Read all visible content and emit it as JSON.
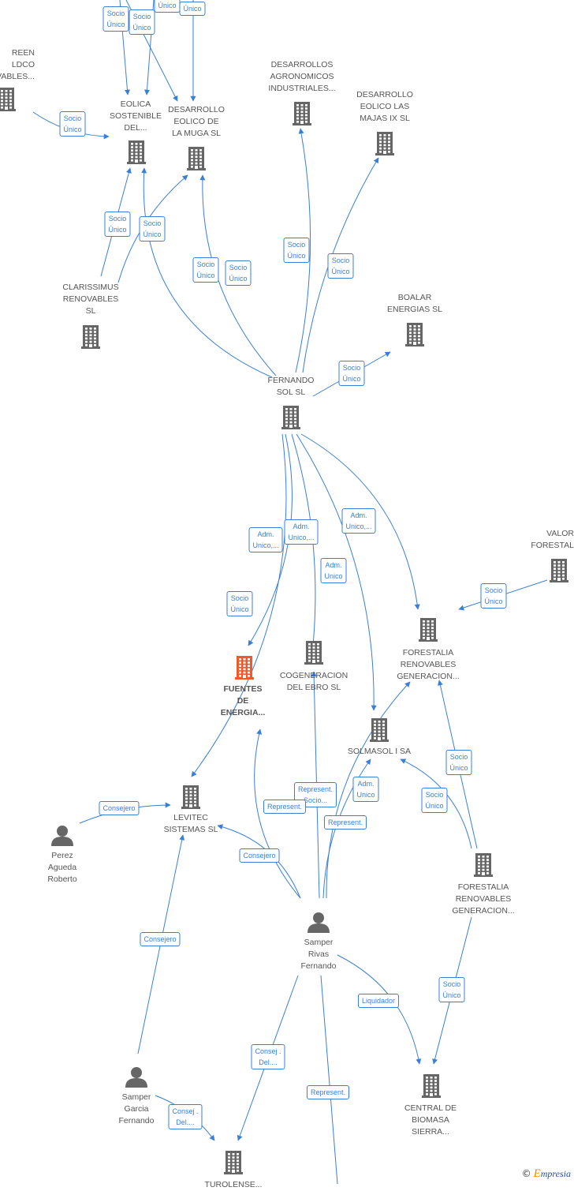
{
  "colors": {
    "edge": "#3a7fd5",
    "icon": "#666666",
    "focus_icon": "#f05a28"
  },
  "nodes": [
    {
      "id": "green",
      "label": "REEN\nLDCO\nVABLES...",
      "kind": "company"
    },
    {
      "id": "eolica",
      "label": "EOLICA\nSOSTENIBLE\nDEL...",
      "kind": "company"
    },
    {
      "id": "muga",
      "label": "DESARROLLO\nEOLICO DE\nLA MUGA SL",
      "kind": "company"
    },
    {
      "id": "agronomicos",
      "label": "DESARROLLOS\nAGRONOMICOS\nINDUSTRIALES...",
      "kind": "company"
    },
    {
      "id": "majas",
      "label": "DESARROLLO\nEOLICO LAS\nMAJAS IX  SL",
      "kind": "company"
    },
    {
      "id": "clarissimus",
      "label": "CLARISSIMUS\nRENOVABLES\nSL",
      "kind": "company"
    },
    {
      "id": "boalar",
      "label": "BOALAR\nENERGIAS  SL",
      "kind": "company"
    },
    {
      "id": "fernando",
      "label": "FERNANDO\nSOL SL",
      "kind": "company"
    },
    {
      "id": "valor",
      "label": "VALOR\nFORESTAL",
      "kind": "company"
    },
    {
      "id": "forestalia1",
      "label": "FORESTALIA\nRENOVABLES\nGENERACION...",
      "kind": "company"
    },
    {
      "id": "fuentes",
      "label": "FUENTES\nDE\nENERGIA...",
      "kind": "focus"
    },
    {
      "id": "cogeneracion",
      "label": "COGENERACION\nDEL EBRO  SL",
      "kind": "company"
    },
    {
      "id": "solmasol",
      "label": "SOLMASOL I SA",
      "kind": "company"
    },
    {
      "id": "levitec",
      "label": "LEVITEC\nSISTEMAS  SL",
      "kind": "company"
    },
    {
      "id": "perez",
      "label": "Perez\nAgueda\nRoberto",
      "kind": "person"
    },
    {
      "id": "forestalia2",
      "label": "FORESTALIA\nRENOVABLES\nGENERACION...",
      "kind": "company"
    },
    {
      "id": "samper_rivas",
      "label": "Samper\nRivas\nFernando",
      "kind": "person"
    },
    {
      "id": "samper_garcia",
      "label": "Samper\nGarcia\nFernando",
      "kind": "person"
    },
    {
      "id": "biomasa",
      "label": "CENTRAL DE\nBIOMASA\nSIERRA...",
      "kind": "company"
    },
    {
      "id": "turolense",
      "label": "TUROLENSE...",
      "kind": "company"
    }
  ],
  "edge_labels": {
    "socio_unico": "Socio\nÚnico",
    "unico": "Único",
    "adm_unico_trunc": "Adm.\nUnico,...",
    "adm_unico": "Adm.\nUnico",
    "consejero": "Consejero",
    "represent": "Represent.",
    "represent_socio": "Represent.\nSocio...",
    "liquidador": "Liquidador",
    "consej_del": "Consej .\nDel...."
  },
  "footer": {
    "copyright": "©",
    "brand_initial": "E",
    "brand_rest": "mpresia"
  }
}
